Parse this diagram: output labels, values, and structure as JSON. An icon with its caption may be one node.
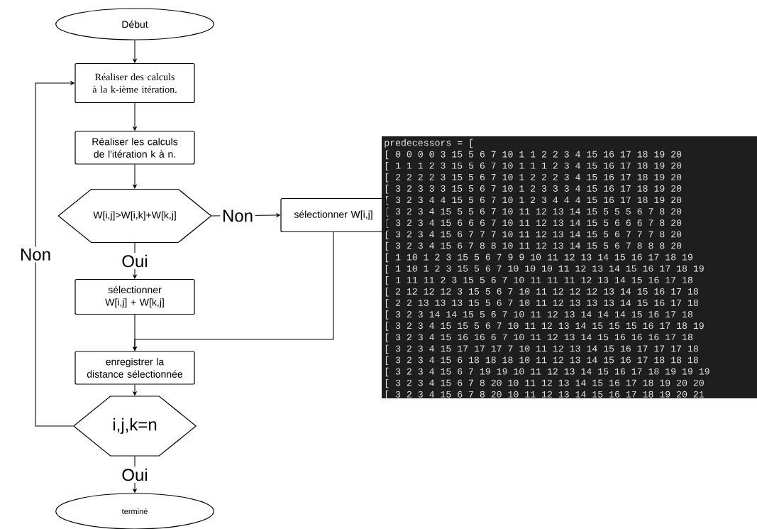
{
  "diagram": {
    "nodes": [
      {
        "text": [
          "Début"
        ]
      },
      {
        "text": [
          "Réaliser des calculs à la k-ième itération."
        ]
      },
      {
        "text": [
          "Réaliser les calculs de l'itération k à n."
        ]
      },
      {
        "text": [
          "W[i,j]>W[i,k]+W[k,j]"
        ]
      },
      {
        "text": [
          "sélectionner W[i,j]"
        ]
      },
      {
        "text": [
          "sélectionner W[i,j] + W[k,j]"
        ]
      },
      {
        "text": [
          "enregistrer la distance sélectionnée"
        ]
      },
      {
        "text": [
          "i,j,k=n"
        ]
      },
      {
        "text": [
          "terminé"
        ]
      }
    ],
    "edges": [
      {
        "from": 0,
        "to": 1,
        "arrow": "to"
      },
      {
        "from": 1,
        "to": 2,
        "arrow": "to"
      },
      {
        "from": 2,
        "to": 3,
        "arrow": "to"
      },
      {
        "from": 3,
        "to": 4,
        "arrow": "to",
        "label": "Non"
      },
      {
        "from": 3,
        "to": 5,
        "arrow": "to",
        "label": "Oui"
      },
      {
        "from": 5,
        "to": 6,
        "arrow": "to"
      },
      {
        "from": 4,
        "to": 6,
        "arrow": "to"
      },
      {
        "from": 6,
        "to": 7,
        "arrow": "to"
      },
      {
        "from": 7,
        "to": 1,
        "arrow": "to",
        "label": "Non"
      },
      {
        "from": 7,
        "to": 8,
        "arrow": "to",
        "label": "Oui"
      }
    ],
    "labels": [
      "predecessors = [",
      "[ 0 0 0 0 3 15 5 6 7 10 1 1 2 2 3 4 15 16 17 18 19 20",
      "[ 1 1 1 2 3 15 5 6 7 10 1 1 1 2 3 4 15 16 17 18 19 20",
      "[ 2 2 2 2 3 15 5 6 7 10 1 2 2 2 3 4 15 16 17 18 19 20",
      "[ 3 2 3 3 3 15 5 6 7 10 1 2 3 3 3 4 15 16 17 18 19 20",
      "[ 3 2 3 4 4 15 5 6 7 10 1 2 3 4 4 4 15 16 17 18 19 20",
      "[ 3 2 3 4 15 5 5 6 7 10 11 12 13 14 15 5 5 5 6 7 8 20",
      "[ 3 2 3 4 15 6 6 6 7 10 11 12 13 14 15 5 6 6 6 7 8 20",
      "[ 3 2 3 4 15 6 7 7 7 10 11 12 13 14 15 5 6 7 7 7 8 20",
      "[ 3 2 3 4 15 6 7 8 8 10 11 12 13 14 15 5 6 7 8 8 8 20",
      "[ 1 10 1 2 3 15 5 6 7 9 9 10 11 12 13 14 15 16 17 18 19",
      "[ 1 10 1 2 3 15 5 6 7 10 10 10 11 12 13 14 15 16 17 18 19",
      "[ 1 11 11 2 3 15 5 6 7 10 11 11 11 12 13 14 15 16 17 18",
      "[ 2 12 12 12 3 15 5 6 7 10 11 12 12 12 13 14 15 16 17 18",
      "[ 2 2 13 13 13 15 5 6 7 10 11 12 13 13 13 14 15 16 17 18",
      "[ 3 2 3 14 14 15 5 6 7 10 11 12 13 14 14 14 15 16 17 18",
      "[ 3 2 3 4 15 15 5 6 7 10 11 12 13 14 15 15 15 16 17 18 19",
      "[ 3 2 3 4 15 16 16 6 7 10 11 12 13 14 15 16 16 16 17 18",
      "[ 3 2 3 4 15 17 17 17 7 10 11 12 13 14 15 16 17 17 17 18",
      "[ 3 2 3 4 15 6 18 18 18 10 11 12 13 14 15 16 17 18 18 18",
      "[ 3 2 3 4 15 6 7 19 19 10 11 12 13 14 15 16 17 18 19 19 19",
      "[ 3 2 3 4 15 6 7 8 20 10 11 12 13 14 15 16 17 18 19 20 20",
      "[ 3 2 3 4 15 6 7 8 20 10 11 12 13 14 15 16 17 18 19 20 21"
    ]
  }
}
